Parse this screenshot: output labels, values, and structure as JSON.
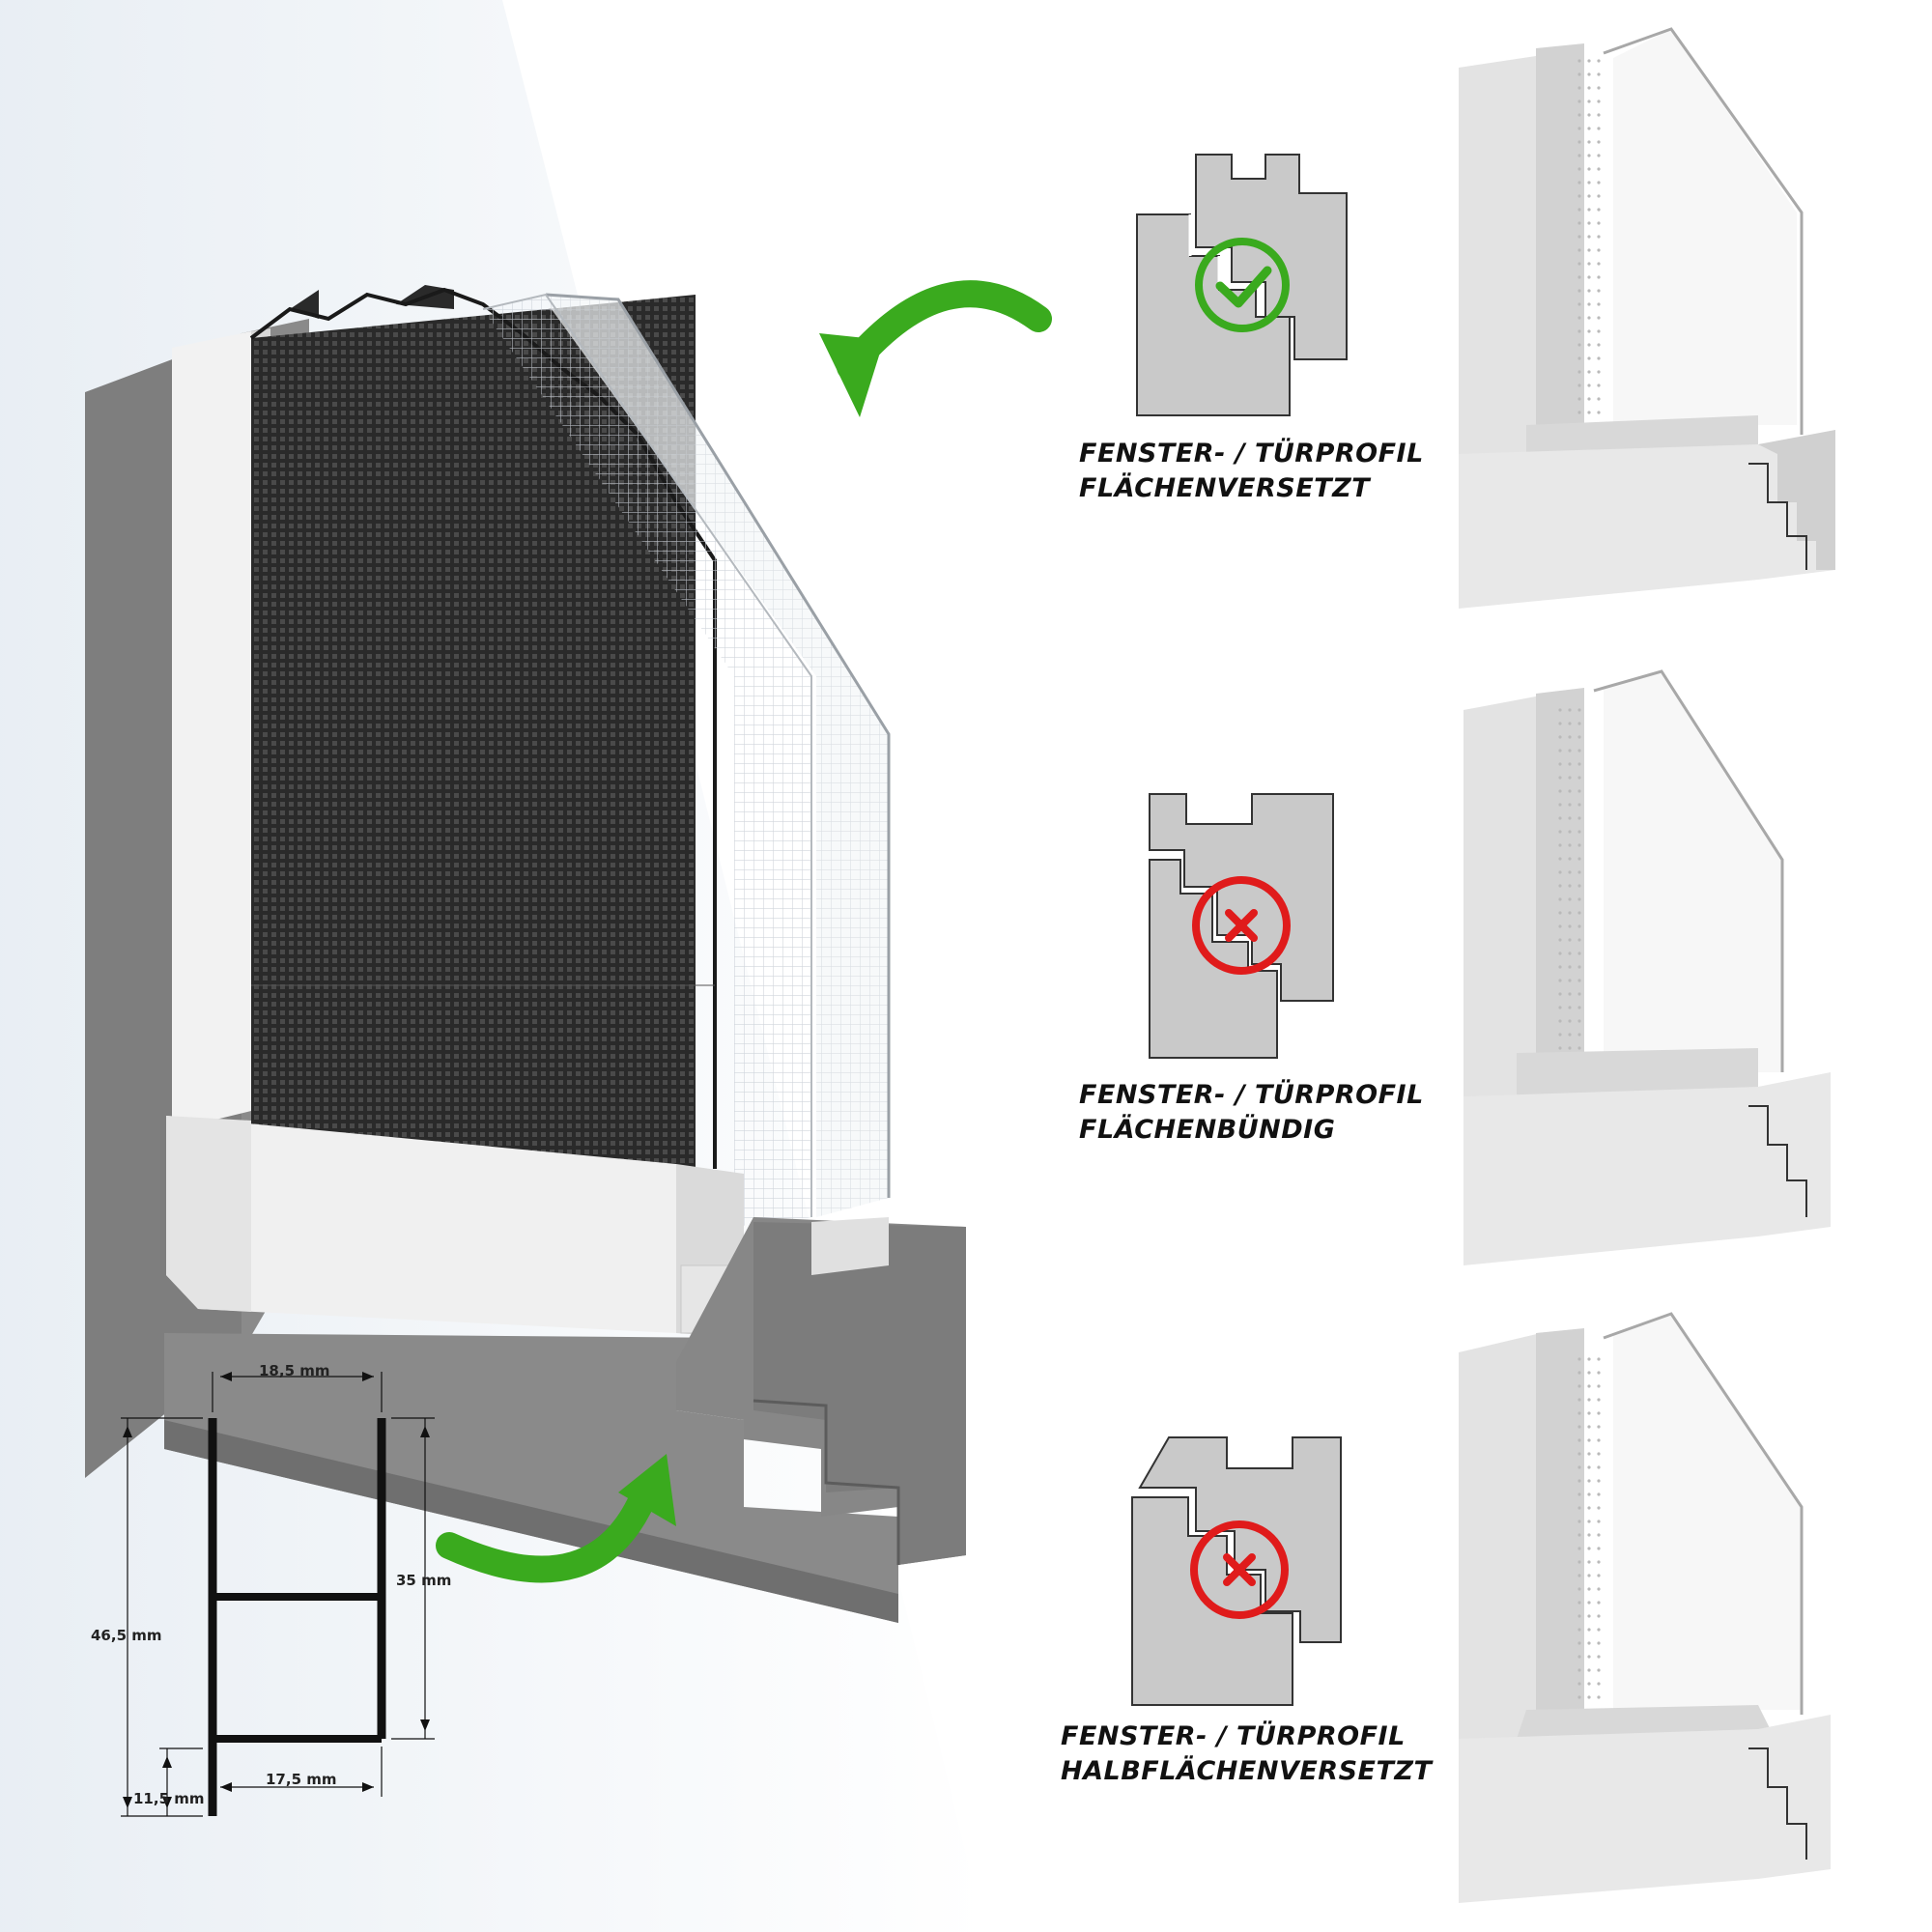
{
  "colors": {
    "frame_dark": "#7e7e7e",
    "frame_mid": "#8d8d8d",
    "frame_light": "#d6d6d6",
    "profile_white": "#eeeeee",
    "mesh_black": "#1a1a1a",
    "check_green": "#3aaa1e",
    "cross_red": "#e01b1b",
    "section_grey": "#c9c9c9"
  },
  "icons": {
    "ok": "check-circle-icon",
    "bad": "cross-circle-icon"
  },
  "profiles": [
    {
      "line1": "FENSTER- / TÜRPROFIL",
      "line2": "FLÄCHENVERSETZT",
      "status": "ok"
    },
    {
      "line1": "FENSTER- / TÜRPROFIL",
      "line2": "FLÄCHENBÜNDIG",
      "status": "bad"
    },
    {
      "line1": "FENSTER- / TÜRPROFIL",
      "line2": "HALBFLÄCHENVERSETZT",
      "status": "bad"
    }
  ],
  "dimensions": {
    "top_width": "18,5 mm",
    "inner_height": "35 mm",
    "total_height": "46,5 mm",
    "bottom_width": "17,5 mm",
    "foot_height": "11,5 mm"
  }
}
